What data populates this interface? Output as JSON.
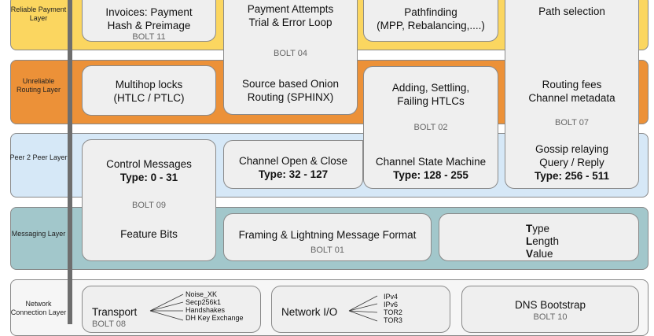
{
  "layers": [
    {
      "label": "Reliable Payment Layer",
      "color": "#fbd660"
    },
    {
      "label": "Unreliable Routing Layer",
      "color": "#ec9138"
    },
    {
      "label": "Peer 2 Peer Layer",
      "color": "#d6e8f7"
    },
    {
      "label": "Messaging Layer",
      "color": "#a2c7cb"
    },
    {
      "label": "Network Connection Layer",
      "color": "#f6f6f6"
    }
  ],
  "boxes": {
    "invoices": {
      "line1": "Invoices: Payment",
      "line2": "Hash & Preimage",
      "bolt": "BOLT 11"
    },
    "payment_attempts": {
      "line1": "Payment Attempts",
      "line2": "Trial & Error Loop",
      "bolt": "BOLT 04",
      "line3": "Source based Onion",
      "line4": "Routing (SPHINX)"
    },
    "pathfinding": {
      "line1": "Pathfinding",
      "line2": "(MPP, Rebalancing,....)"
    },
    "path_selection": {
      "line1": "Path selection",
      "line2": "Routing fees",
      "line3": "Channel metadata",
      "bolt": "BOLT 07",
      "line4": "Gossip relaying",
      "line5": "Query / Reply",
      "line6": "Type: 256 - 511"
    },
    "multihop": {
      "line1": "Multihop locks",
      "line2": "(HTLC / PTLC)"
    },
    "htlcs": {
      "line1": "Adding, Settling,",
      "line2": "Failing HTLCs",
      "bolt": "BOLT 02",
      "line3": "Channel State Machine",
      "line4": "Type: 128 - 255"
    },
    "control": {
      "line1": "Control Messages",
      "line2": "Type: 0 - 31",
      "bolt": "BOLT 09",
      "line3": "Feature Bits"
    },
    "channel_open": {
      "line1": "Channel Open & Close",
      "line2": "Type: 32 - 127"
    },
    "framing": {
      "line1": "Framing & Lightning Message Format",
      "bolt": "BOLT 01"
    },
    "tlv": {
      "t1": "T",
      "r1": "ype",
      "t2": "L",
      "r2": "ength",
      "t3": "V",
      "r3": "alue"
    },
    "transport": {
      "label": "Transport",
      "bolt": "BOLT 08",
      "items": [
        "Noise_XK",
        "Secp256k1",
        "Handshakes",
        "DH Key Exchange"
      ]
    },
    "network_io": {
      "label": "Network I/O",
      "items": [
        "IPv4",
        "IPv6",
        "TOR2",
        "TOR3"
      ]
    },
    "dns": {
      "label": "DNS Bootstrap",
      "bolt": "BOLT 10"
    }
  }
}
